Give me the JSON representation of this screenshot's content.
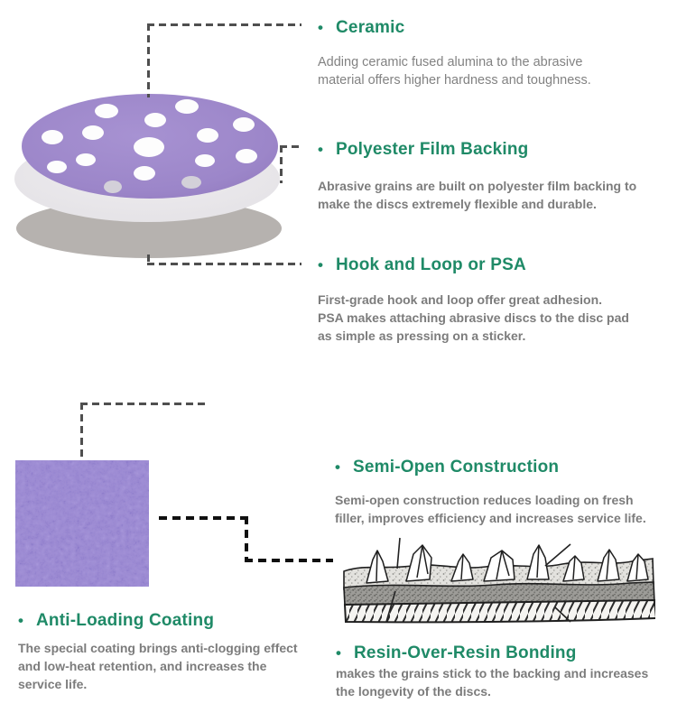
{
  "bullet": "•",
  "colors": {
    "accent_green": "#1f8a67",
    "body_gray": "#7c7c7c",
    "connector_gray": "#4f4f4f",
    "connector_black": "#101010",
    "disc_purple": "#9e88cb",
    "disc_film_white": "#eae8eb",
    "disc_pad_gray": "#b6b2af",
    "coating_square_purple": "#6351b2"
  },
  "illustrations": {
    "disc": "layered-sanding-disc-with-dust-holes",
    "coating_square": "purple-anti-loading-coating-texture",
    "cross_section": "abrasive-layers-cross-section-sketch"
  },
  "sections": [
    {
      "title": "Ceramic",
      "body_lines": [
        "Adding ceramic fused alumina to the abrasive",
        "material offers higher hardness and toughness."
      ]
    },
    {
      "title": "Polyester Film Backing",
      "body_lines": [
        "Abrasive grains are built on polyester film backing to",
        "make the discs extremely flexible and durable."
      ]
    },
    {
      "title": "Hook and Loop or PSA",
      "body_lines": [
        "First-grade hook and loop offer great adhesion.",
        "PSA makes attaching abrasive discs to the disc pad",
        "as simple as pressing on a sticker."
      ]
    },
    {
      "title": "Semi-Open Construction",
      "body_lines": [
        "Semi-open construction reduces loading on fresh",
        "filler, improves efficiency and increases service life."
      ]
    },
    {
      "title": "Anti-Loading Coating",
      "body_lines": [
        "The special coating brings anti-clogging effect",
        "and low-heat retention, and increases the",
        "service life."
      ]
    },
    {
      "title": "Resin-Over-Resin Bonding",
      "body_lines": [
        "makes the grains stick to the backing and increases",
        "the longevity of the discs."
      ]
    }
  ]
}
